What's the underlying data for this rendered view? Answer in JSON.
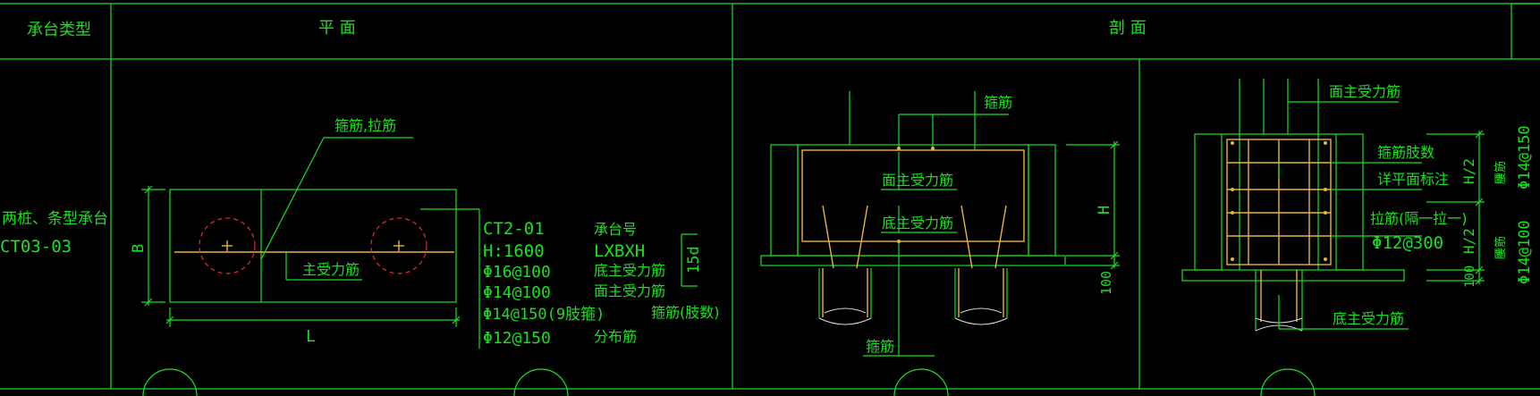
{
  "header": {
    "col_type": "承台类型",
    "col_plan": "平  面",
    "col_section": "剖  面"
  },
  "row": {
    "type_line1": "两桩、条型承台",
    "type_line2": "CT03-03"
  },
  "plan": {
    "label_stirrup_tie": "箍筋,拉筋",
    "label_main_bar": "主受力筋",
    "dim_b": "B",
    "dim_l": "L",
    "dim_15d": "15d"
  },
  "spec": {
    "lines": [
      {
        "left": "CT2-01",
        "right": "承台号"
      },
      {
        "left": "H:1600",
        "right": "LXBXH"
      },
      {
        "left": "Φ16@100",
        "right": "底主受力筋"
      },
      {
        "left": "Φ14@100",
        "right": "面主受力筋"
      },
      {
        "left": "Φ14@150(9肢箍)",
        "right": "箍筋(肢数)"
      },
      {
        "left": "Φ12@150",
        "right": "分布筋"
      }
    ]
  },
  "section1": {
    "label_stirrup_top": "箍筋",
    "label_top_bar": "面主受力筋",
    "label_bottom_bar": "底主受力筋",
    "label_stirrup_bottom": "箍筋",
    "dim_h": "H",
    "dim_100": "100"
  },
  "section2": {
    "label_top_bar": "面主受力筋",
    "label_stirrup_legs": "箍筋肢数",
    "label_see_plan": "详平面标注",
    "label_tie": "拉筋(隔一拉一)",
    "label_tie_spec": "Φ12@300",
    "label_bottom_bar": "底主受力筋",
    "dim_h2_upper": "H/2",
    "dim_h2_lower": "H/2",
    "dim_100": "100",
    "side_bar_label": "腰筋",
    "side_bar_upper": "Φ14@150",
    "side_bar_lower": "Φ14@100"
  }
}
